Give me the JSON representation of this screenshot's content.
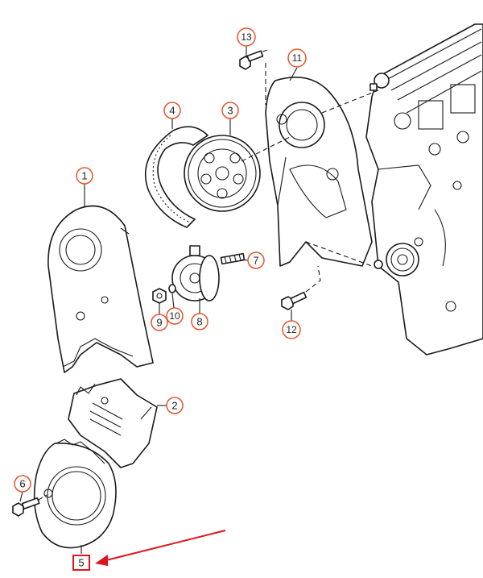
{
  "colors": {
    "callout_outline": "#e8532a",
    "highlight": "#e0141c",
    "line": "#1a1a1a"
  },
  "callouts": [
    {
      "id": "callout-1",
      "label": "1"
    },
    {
      "id": "callout-2",
      "label": "2"
    },
    {
      "id": "callout-3",
      "label": "3"
    },
    {
      "id": "callout-4",
      "label": "4"
    },
    {
      "id": "callout-5",
      "label": "5"
    },
    {
      "id": "callout-6",
      "label": "6"
    },
    {
      "id": "callout-7",
      "label": "7"
    },
    {
      "id": "callout-8",
      "label": "8"
    },
    {
      "id": "callout-9",
      "label": "9"
    },
    {
      "id": "callout-10",
      "label": "10"
    },
    {
      "id": "callout-11",
      "label": "11"
    },
    {
      "id": "callout-12",
      "label": "12"
    },
    {
      "id": "callout-13",
      "label": "13"
    }
  ],
  "highlighted_callout": "5"
}
